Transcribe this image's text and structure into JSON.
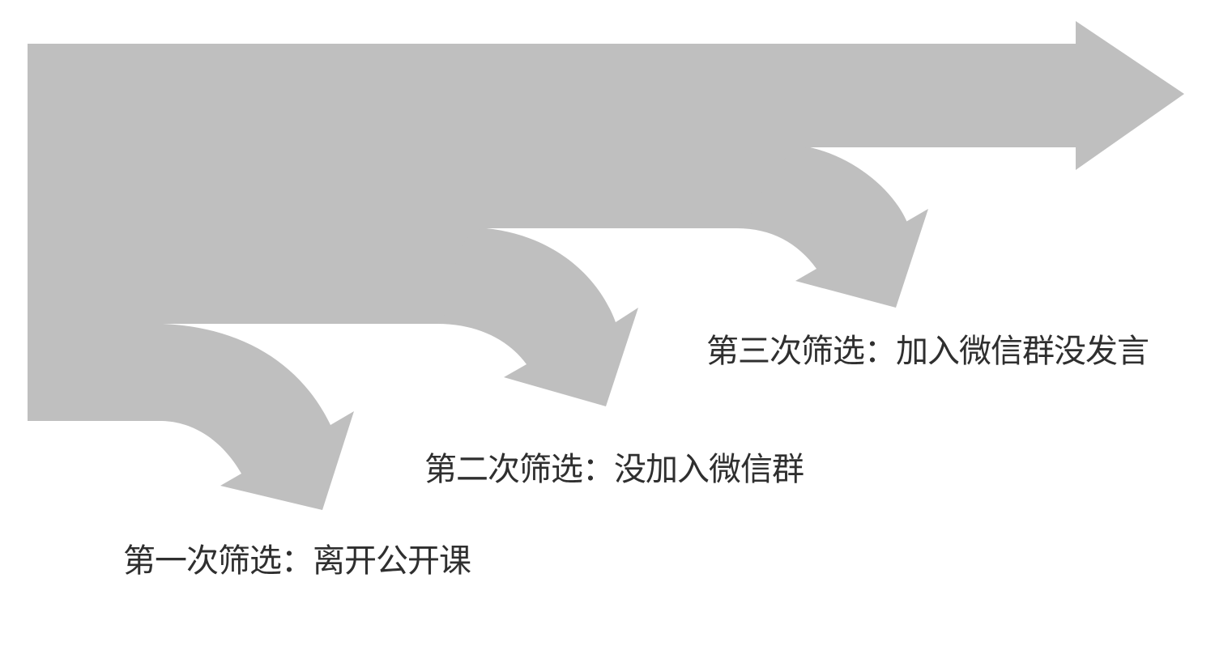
{
  "diagram": {
    "shape_color": "#bfbfbf",
    "text_color": "#2f2f2f",
    "stages": [
      {
        "label": "第一次筛选：离开公开课"
      },
      {
        "label": "第二次筛选：没加入微信群"
      },
      {
        "label": "第三次筛选：加入微信群没发言"
      }
    ]
  }
}
